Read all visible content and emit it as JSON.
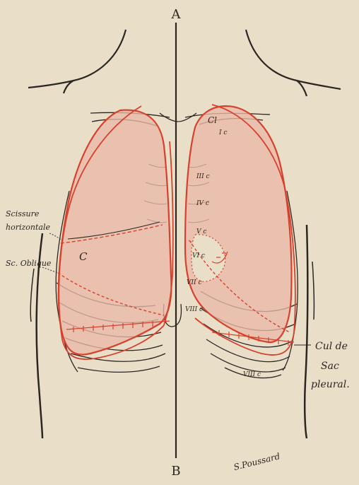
{
  "axis": {
    "top": "A",
    "bottom": "B"
  },
  "labels": {
    "scissure_line1": "Scissure",
    "scissure_line2": "horizontale",
    "scissure_oblique": "Sc. Oblique",
    "cul_line1": "Cul de",
    "cul_line2": "Sac",
    "cul_line3": "pleural.",
    "heart_c": "C",
    "clavicle_cl": "Cl",
    "ribs": [
      "I c",
      "III c",
      "IV c",
      "V c",
      "VI c",
      "VII c",
      "VIII c",
      "VIII c"
    ]
  },
  "signature": "S.Poussard",
  "colors": {
    "paper": "#e9dfc9",
    "ink": "#2b2622",
    "lung_outline": "#d8402e",
    "lung_fill": "#e9b9a7"
  }
}
